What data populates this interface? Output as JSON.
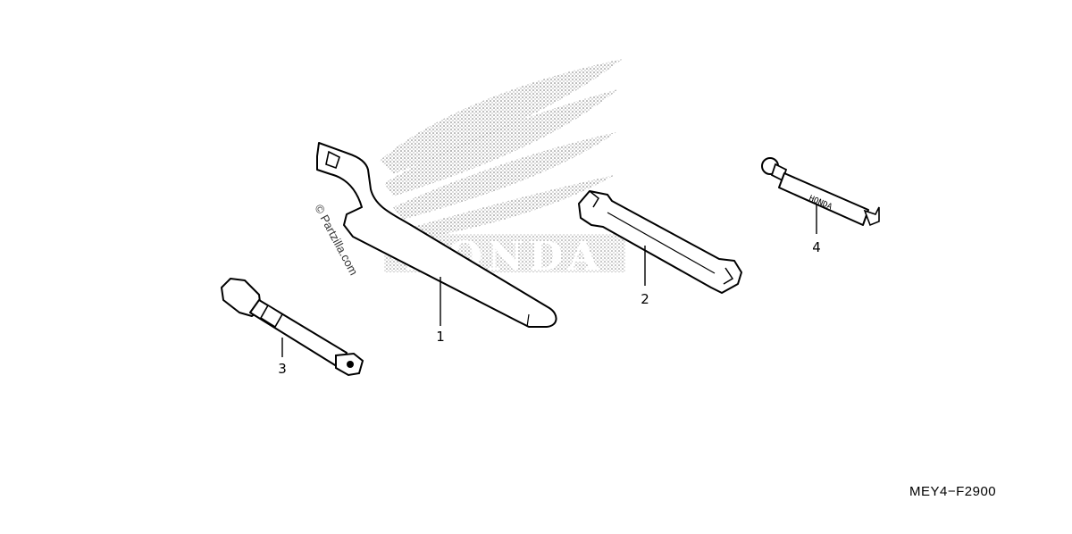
{
  "diagram": {
    "logo_text": "HONDA",
    "watermark": "© Partzilla.com",
    "reference_code": "MEY4−F2900",
    "callouts": {
      "part1": "1",
      "part2": "2",
      "part3": "3",
      "part4": "4"
    },
    "tool_marking": "HONDA"
  }
}
